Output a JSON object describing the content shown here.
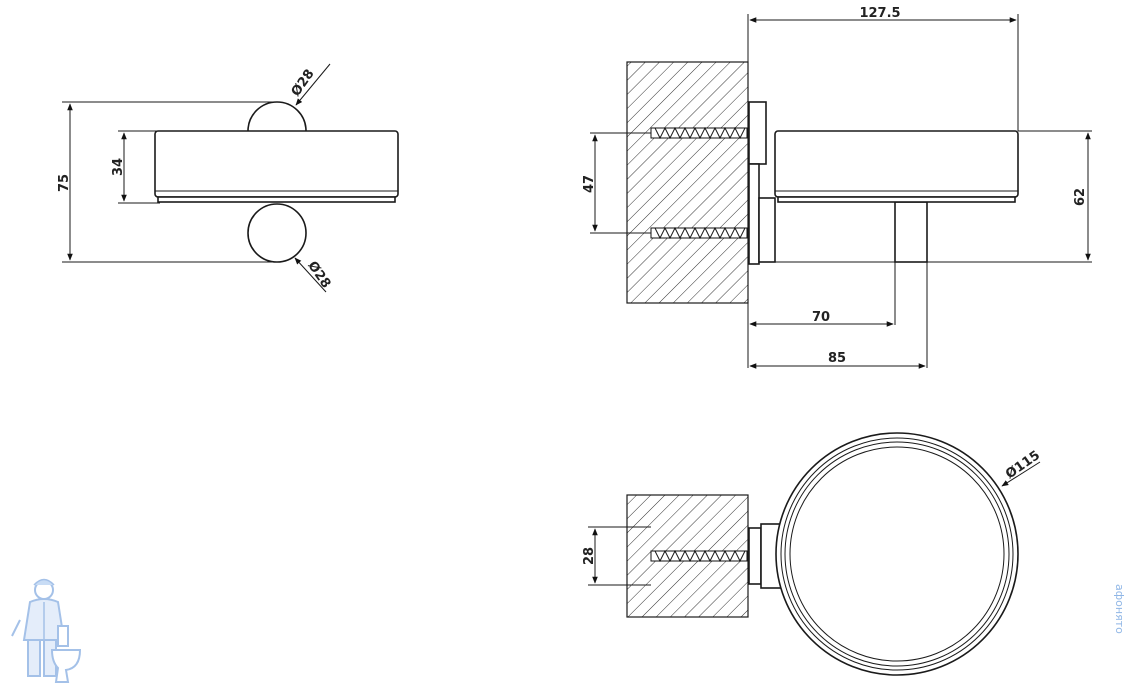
{
  "dimensions": {
    "height_overall": "75",
    "dish_height_side": "34",
    "knob_top_dia": "Ø28",
    "knob_bottom_dia": "Ø28",
    "projection": "127.5",
    "fixing_spacing": "47",
    "holder_height": "62",
    "arm_to_center": "70",
    "arm_to_outer": "85",
    "ring_dia": "Ø115",
    "bracket_width": "28"
  },
  "watermark": {
    "vertical_text": "афонято"
  }
}
